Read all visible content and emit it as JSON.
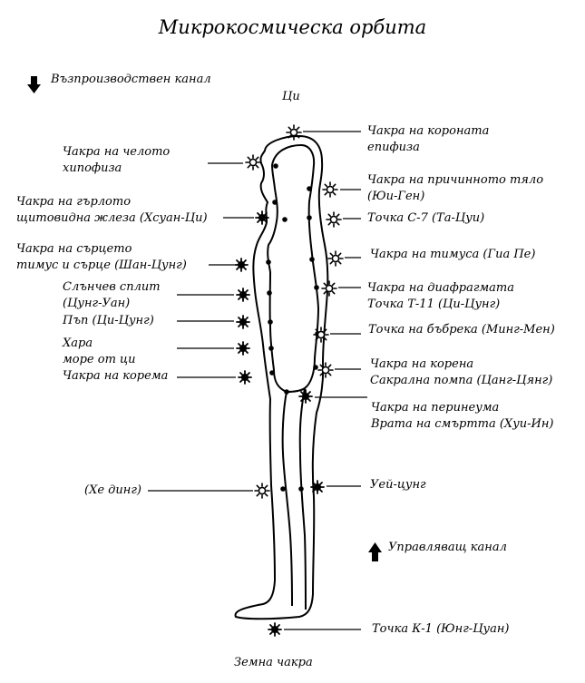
{
  "title": "Микрокосмическа орбита",
  "channels": {
    "reproductive": "Възпроизводствен канал",
    "governing": "Управляващ канал"
  },
  "top_label": "Ци",
  "bottom_label": "Земна чакра",
  "labels": {
    "crown": [
      "Чакра на короната",
      "епифиза"
    ],
    "forehead": [
      "Чакра на челото",
      "хипофиза"
    ],
    "causal": [
      "Чакра на причинното тяло",
      "(Юи-Ген)"
    ],
    "throat": [
      "Чакра на гърлото",
      "щитовидна жлеза (Хсуан-Ци)"
    ],
    "c7": [
      "Точка С-7 (Та-Цуи)"
    ],
    "heart": [
      "Чакра на сърцето",
      "тимус и сърце (Шан-Цунг)"
    ],
    "thymus": [
      "Чакра на тимуса (Гиа Пе)"
    ],
    "solar": [
      "Слънчев сплит",
      "(Цунг-Уан)"
    ],
    "diaphragm": [
      "Чакра на диафрагмата",
      "Точка Т-11 (Ци-Цунг)"
    ],
    "navel": [
      "Пъп (Ци-Цунг)"
    ],
    "kidney": [
      "Точка на бъбрека (Минг-Мен)"
    ],
    "hara": [
      "Хара",
      "море от ци"
    ],
    "sacral": [
      "Чакра на корена",
      "Сакрална помпа (Цанг-Цянг)"
    ],
    "belly": [
      "Чакра на корема"
    ],
    "perineum": [
      "Чакра на перинеума",
      "Врата на смъртта (Хуи-Ин)"
    ],
    "heding": [
      "(Хе динг)"
    ],
    "weizhong": [
      "Уей-цунг"
    ],
    "k1": [
      "Точка К-1 (Юнг-Цуан)"
    ]
  },
  "icons": {
    "down_arrow": "down-arrow-icon",
    "up_arrow": "up-arrow-icon",
    "sun_outline": "sun-outline-icon",
    "sun_solid": "sun-solid-icon"
  }
}
